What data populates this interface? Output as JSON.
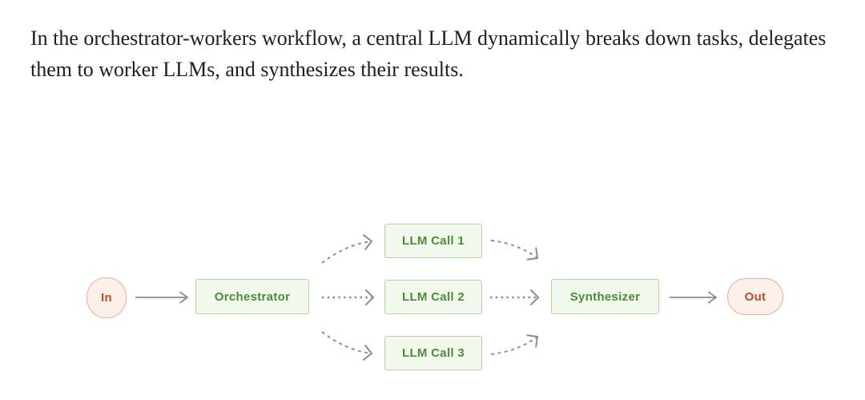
{
  "description": {
    "text": "In the orchestrator-workers workflow, a central LLM dynamically breaks down tasks, delegates them to worker LLMs, and synthesizes their results."
  },
  "diagram": {
    "nodes": {
      "in": {
        "label": "In",
        "shape": "circle",
        "color_role": "pink"
      },
      "orchestrator": {
        "label": "Orchestrator",
        "shape": "box",
        "color_role": "green"
      },
      "llm_call_1": {
        "label": "LLM Call 1",
        "shape": "box",
        "color_role": "green"
      },
      "llm_call_2": {
        "label": "LLM Call 2",
        "shape": "box",
        "color_role": "green"
      },
      "llm_call_3": {
        "label": "LLM Call 3",
        "shape": "box",
        "color_role": "green"
      },
      "synthesizer": {
        "label": "Synthesizer",
        "shape": "box",
        "color_role": "green"
      },
      "out": {
        "label": "Out",
        "shape": "pill",
        "color_role": "pink"
      }
    },
    "edges": [
      {
        "from": "in",
        "to": "orchestrator",
        "style": "solid"
      },
      {
        "from": "orchestrator",
        "to": "llm_call_1",
        "style": "dashed-curved"
      },
      {
        "from": "orchestrator",
        "to": "llm_call_2",
        "style": "dotted"
      },
      {
        "from": "orchestrator",
        "to": "llm_call_3",
        "style": "dashed-curved"
      },
      {
        "from": "llm_call_1",
        "to": "synthesizer",
        "style": "dashed-curved"
      },
      {
        "from": "llm_call_2",
        "to": "synthesizer",
        "style": "dotted"
      },
      {
        "from": "llm_call_3",
        "to": "synthesizer",
        "style": "dashed-curved"
      },
      {
        "from": "synthesizer",
        "to": "out",
        "style": "solid"
      }
    ],
    "colors": {
      "green_text": "#4b8c3b",
      "green_border": "#b3d49e",
      "green_fill": "#f2f8ec",
      "pink_text": "#b94d2c",
      "pink_border": "#ecab96",
      "pink_fill": "#fbf0ea",
      "arrow_gray": "#8c8c8c",
      "text_dark": "#1e1e1e"
    }
  }
}
